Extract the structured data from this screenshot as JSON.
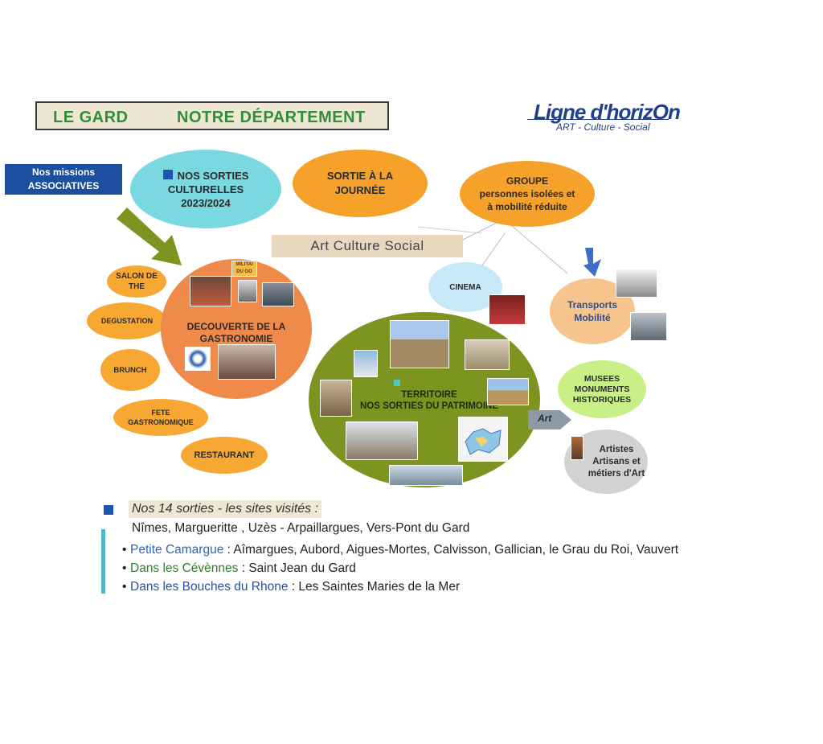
{
  "header": {
    "left": "LE GARD",
    "right": "NOTRE DÉPARTEMENT"
  },
  "logo": {
    "name": "Ligne d'horizOn",
    "tagline": "ART - Culture - Social"
  },
  "missions": {
    "line1": "Nos missions",
    "line2": "ASSOCIATIVES"
  },
  "bubbles": {
    "sorties": [
      "NOS SORTIES",
      "CULTURELLES",
      "2023/2024"
    ],
    "journee": [
      "SORTIE À LA",
      "JOURNÉE"
    ],
    "groupe": [
      "GROUPE",
      "personnes isolées et",
      "à mobilité réduite"
    ],
    "cinema": "CINEMA",
    "transports": [
      "Transports",
      "Mobilité"
    ],
    "musees": [
      "MUSEES",
      "MONUMENTS",
      "HISTORIQUES"
    ],
    "artistes": [
      "Artistes",
      "Artisans et",
      "métiers d'Art"
    ],
    "salon": [
      "SALON DE",
      "THE"
    ],
    "degustation": "DEGUSTATION",
    "brunch": "BRUNCH",
    "fete": [
      "FETE",
      "GASTRONOMIQUE"
    ],
    "restaurant": "RESTAURANT",
    "gastronomie": [
      "DECOUVERTE DE LA",
      "GASTRONOMIE"
    ],
    "territoire": [
      "TERRITOIRE",
      "NOS SORTIES DU PATRIMOINE"
    ]
  },
  "center_label": "Art Culture Social",
  "art_tag": "Art",
  "photo_caption": "MILITAI DU GO",
  "list": {
    "heading": "Nos 14 sorties - les sites  visités :",
    "line1": "Nîmes, Margueritte , Uzès - Arpaillargues, Vers-Pont du Gard",
    "items": [
      {
        "label": "Petite Camargue",
        "rest": " : Aîmargues, Aubord, Aigues-Mortes, Calvisson, Gallician, le Grau du Roi, Vauvert",
        "color": "#2c66b0"
      },
      {
        "label": "Dans les Cévènnes",
        "rest": " : Saint Jean du Gard",
        "color": "#2f7d2f"
      },
      {
        "label": "Dans les Bouches du Rhone",
        "rest": " : Les Saintes Maries de la Mer",
        "color": "#2a4ea5"
      }
    ]
  },
  "colors": {
    "accent_blue": "#1d4fa0",
    "orange": "#f5a12a",
    "olive": "#7e9420",
    "green_title": "#2f8f3a"
  }
}
